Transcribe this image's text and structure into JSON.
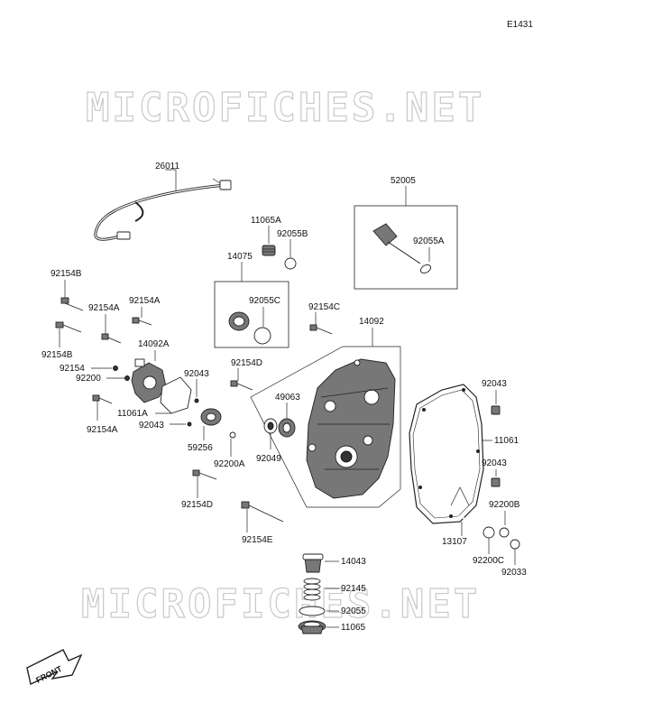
{
  "diagram_code": "E1431",
  "watermark": "MICROFICHES.NET",
  "front_label": "FRONT",
  "parts": {
    "p26011": "26011",
    "p52005": "52005",
    "p11065A": "11065A",
    "p92055B": "92055B",
    "p14075": "14075",
    "p92055A": "92055A",
    "p92154B_top": "92154B",
    "p92154A_top": "92154A",
    "p92154A_mid": "92154A",
    "p92055C": "92055C",
    "p92154C": "92154C",
    "p14092": "14092",
    "p92154B_low": "92154B",
    "p14092A": "14092A",
    "p92154": "92154",
    "p92200": "92200",
    "p92043_left": "92043",
    "p92154D_top": "92154D",
    "p49063": "49063",
    "p92043_right_top": "92043",
    "p11061A": "11061A",
    "p92043_left2": "92043",
    "p92154A_low": "92154A",
    "p11061": "11061",
    "p59256": "59256",
    "p92049": "92049",
    "p92200A": "92200A",
    "p92043_right_mid": "92043",
    "p92154D_low": "92154D",
    "p92200B": "92200B",
    "p92154E": "92154E",
    "p13107": "13107",
    "p92200C": "92200C",
    "p92033": "92033",
    "p14043": "14043",
    "p92145": "92145",
    "p92055": "92055",
    "p11065": "11065"
  }
}
